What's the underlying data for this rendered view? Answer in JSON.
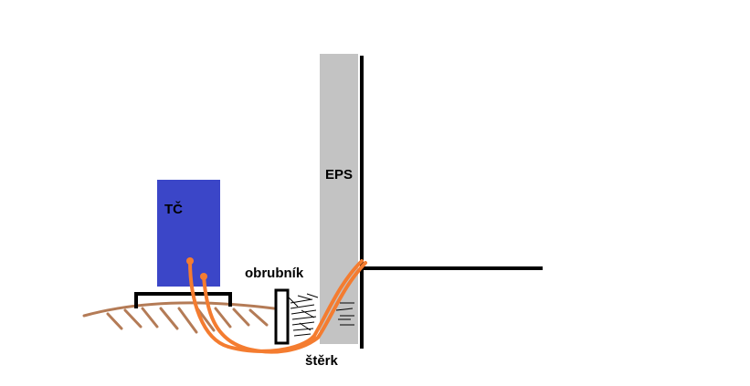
{
  "labels": {
    "heat_pump": "TČ",
    "insulation": "EPS",
    "curb": "obrubník",
    "gravel": "štěrk"
  },
  "colors": {
    "background": "#ffffff",
    "heat_pump": "#3b46c8",
    "insulation": "#c3c3c3",
    "pipe": "#f47c30",
    "soil": "#b47b56",
    "line": "#000000"
  }
}
